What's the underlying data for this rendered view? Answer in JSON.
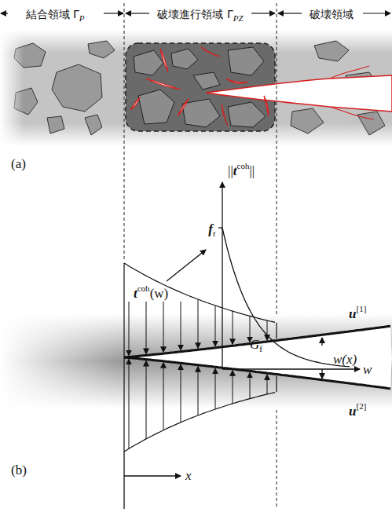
{
  "diagram": {
    "labels": [
      "結合領域 Γ",
      "P",
      "破壊進行領域 Γ",
      "PZ",
      "破壊領域",
      "(a)",
      "||",
      "t",
      "coh",
      "||",
      "f",
      "t",
      "G",
      "f",
      "w",
      "t",
      "coh",
      "(w)",
      "u",
      "[1]",
      "u",
      "[2]",
      "w(x)",
      "(b)",
      "x"
    ]
  }
}
